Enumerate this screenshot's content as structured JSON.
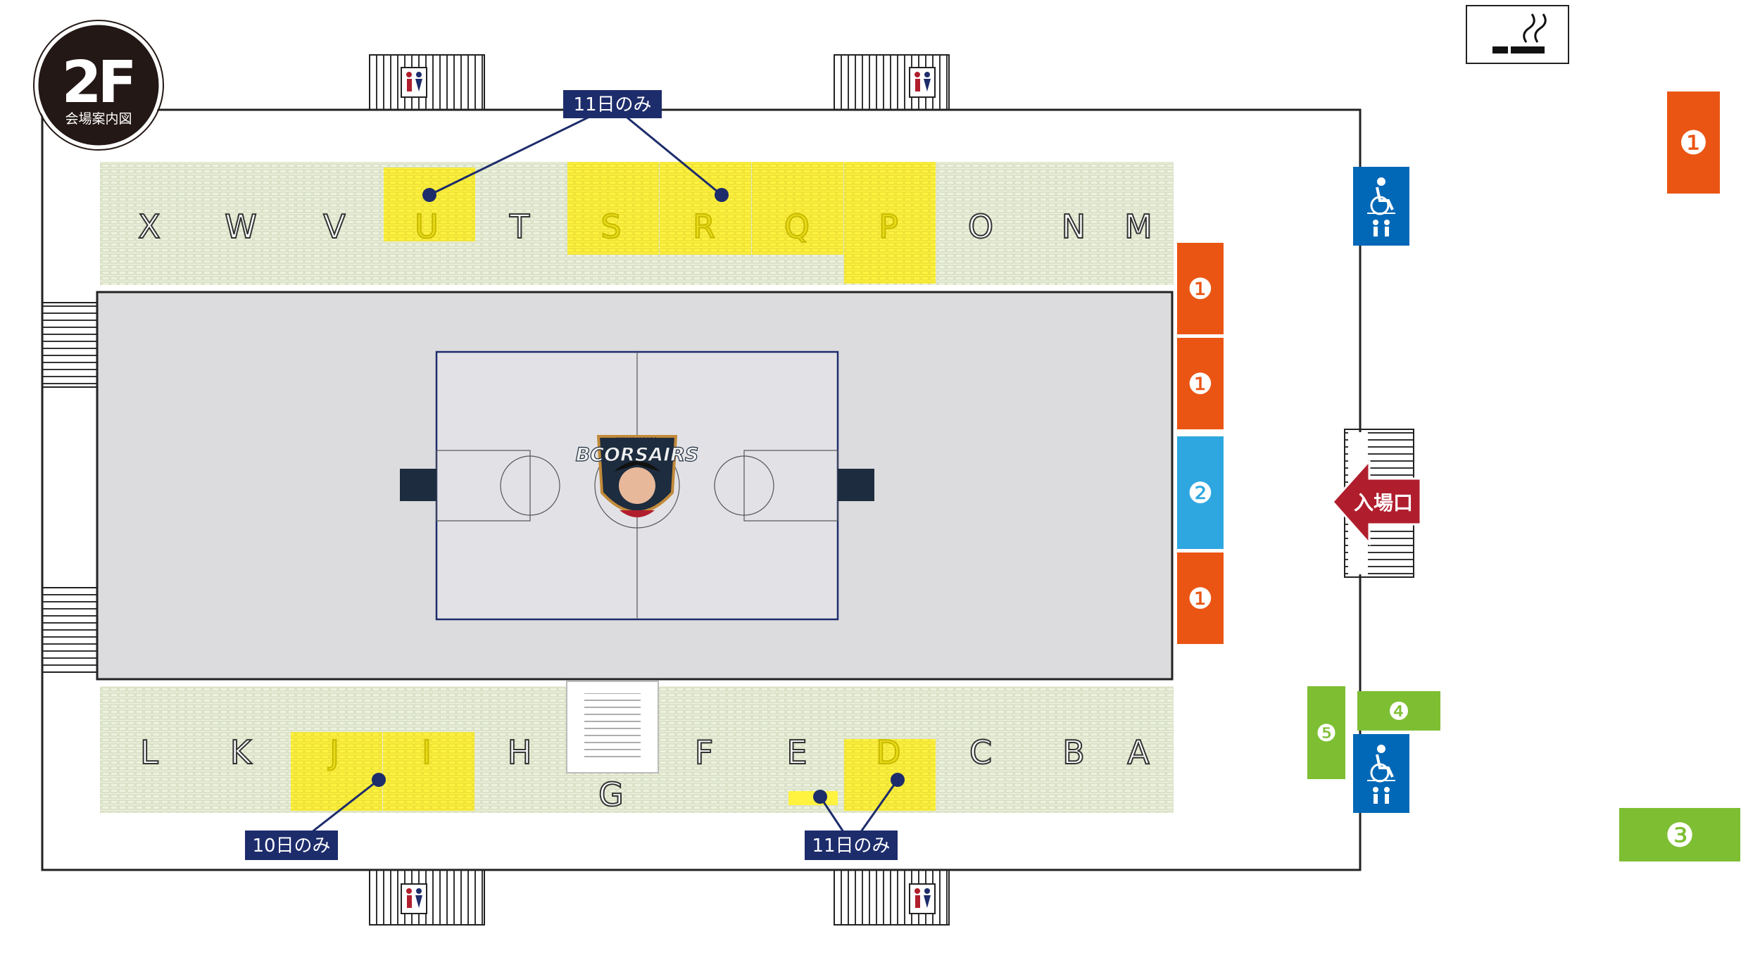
{
  "floor_badge": {
    "floor": "2F",
    "caption": "会場案内図"
  },
  "seating": {
    "upper_letters": [
      "X",
      "W",
      "V",
      "U",
      "T",
      "S",
      "R",
      "Q",
      "P",
      "O",
      "N",
      "M"
    ],
    "lower_letters": [
      "L",
      "K",
      "J",
      "I",
      "H",
      "G",
      "F",
      "E",
      "D",
      "C",
      "B",
      "A"
    ],
    "highlighted_upper": [
      "U",
      "S",
      "R",
      "Q",
      "P"
    ],
    "highlighted_lower": [
      "J",
      "I",
      "D"
    ]
  },
  "callouts": [
    {
      "label": "11日のみ",
      "targets": [
        "U",
        "R"
      ]
    },
    {
      "label": "10日のみ",
      "targets": [
        "J"
      ]
    },
    {
      "label": "11日のみ",
      "targets": [
        "E",
        "D"
      ]
    }
  ],
  "entrance": {
    "label": "入場口"
  },
  "court": {
    "logo_top": "YOKOHAMA",
    "logo_name": "BCORSAIRS"
  },
  "markers": [
    {
      "number": "❶",
      "color": "#EA5514"
    },
    {
      "number": "❶",
      "color": "#EA5514"
    },
    {
      "number": "❶",
      "color": "#EA5514"
    },
    {
      "number": "❷",
      "color": "#2EA7E0"
    },
    {
      "number": "❶",
      "color": "#EA5514"
    },
    {
      "number": "❸",
      "color": "#7DBE32"
    },
    {
      "number": "❹",
      "color": "#7DBE32"
    },
    {
      "number": "❺",
      "color": "#7DBE32"
    }
  ],
  "icons": [
    "smoking-area-icon",
    "restroom-icon",
    "accessible-restroom-icon"
  ],
  "colors": {
    "highlight": "#FFF33F",
    "seat_bg": "#EDF2DE",
    "navy": "#1D2C6B",
    "arena_floor": "#DCDCDE",
    "entrance": "#B01E2D"
  }
}
